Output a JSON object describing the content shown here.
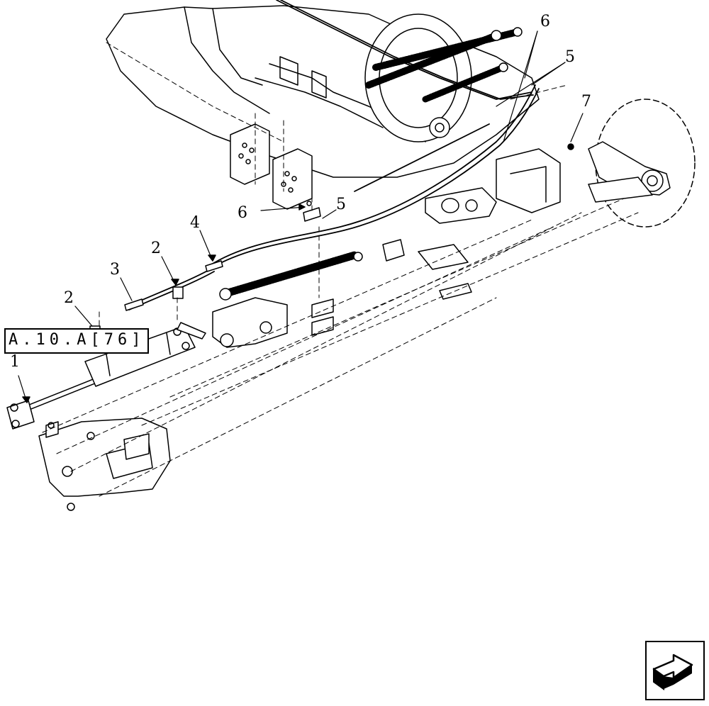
{
  "reference": {
    "text": "A.10.A[76]"
  },
  "callouts": [
    {
      "id": "c1",
      "label": "1"
    },
    {
      "id": "c2a",
      "label": "2"
    },
    {
      "id": "c2b",
      "label": "2"
    },
    {
      "id": "c3",
      "label": "3"
    },
    {
      "id": "c4",
      "label": "4"
    },
    {
      "id": "c5a",
      "label": "5"
    },
    {
      "id": "c5b",
      "label": "5"
    },
    {
      "id": "c6a",
      "label": "6"
    },
    {
      "id": "c6b",
      "label": "6"
    },
    {
      "id": "c7",
      "label": "7"
    }
  ],
  "nav": {
    "icon": "next-page-arrow-icon"
  }
}
